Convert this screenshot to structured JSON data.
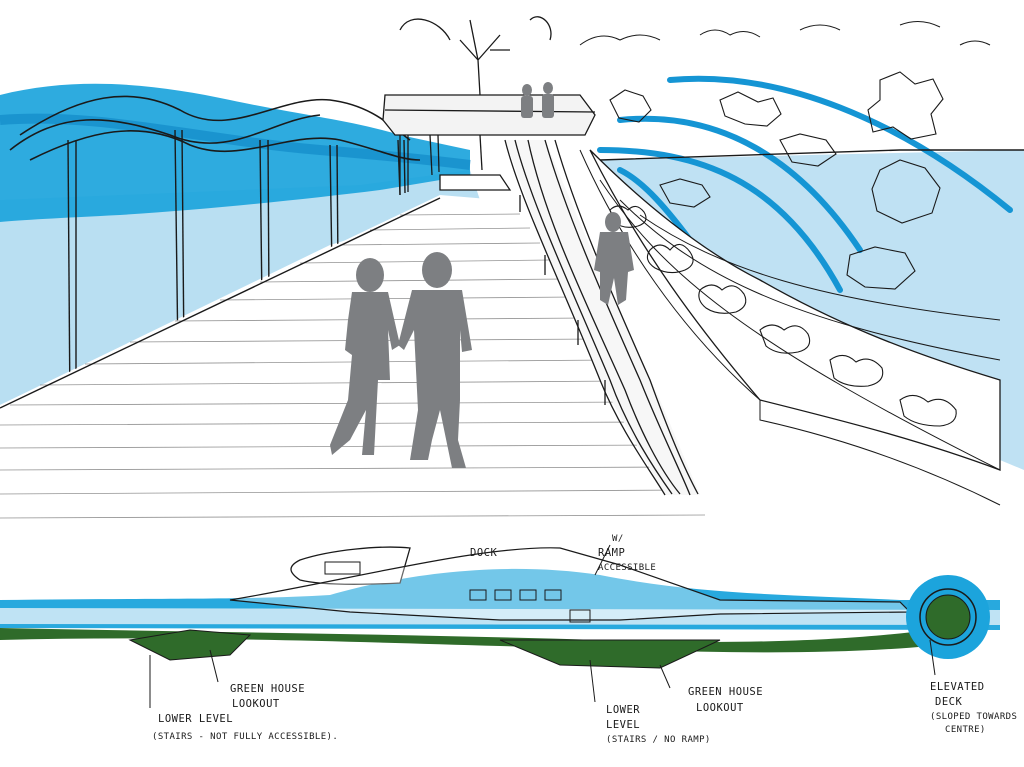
{
  "labels": {
    "dock": "Dock",
    "ramp_line1": "w/",
    "ramp_line2": "Ramp",
    "ramp_line3": "Accessible",
    "greenhouse_left_line1": "Green House",
    "greenhouse_left_line2": "Lookout",
    "lower_left_line1": "Lower Level",
    "lower_left_line2": "(Stairs - not fully accessible).",
    "lower_mid_line1": "Lower",
    "lower_mid_line2": "Level",
    "lower_mid_line3": "(Stairs / no ramp)",
    "greenhouse_mid_line1": "Green House",
    "greenhouse_mid_line2": "Lookout",
    "elevated_line1": "Elevated",
    "elevated_line2": "Deck",
    "elevated_line3": "(sloped towards",
    "elevated_line4": "centre)"
  },
  "colors": {
    "water": "#1aa8e0",
    "water_light": "#b9dff2",
    "green": "#2f6b2a",
    "figure": "#7d7f82",
    "ink": "#1a1a1a"
  }
}
